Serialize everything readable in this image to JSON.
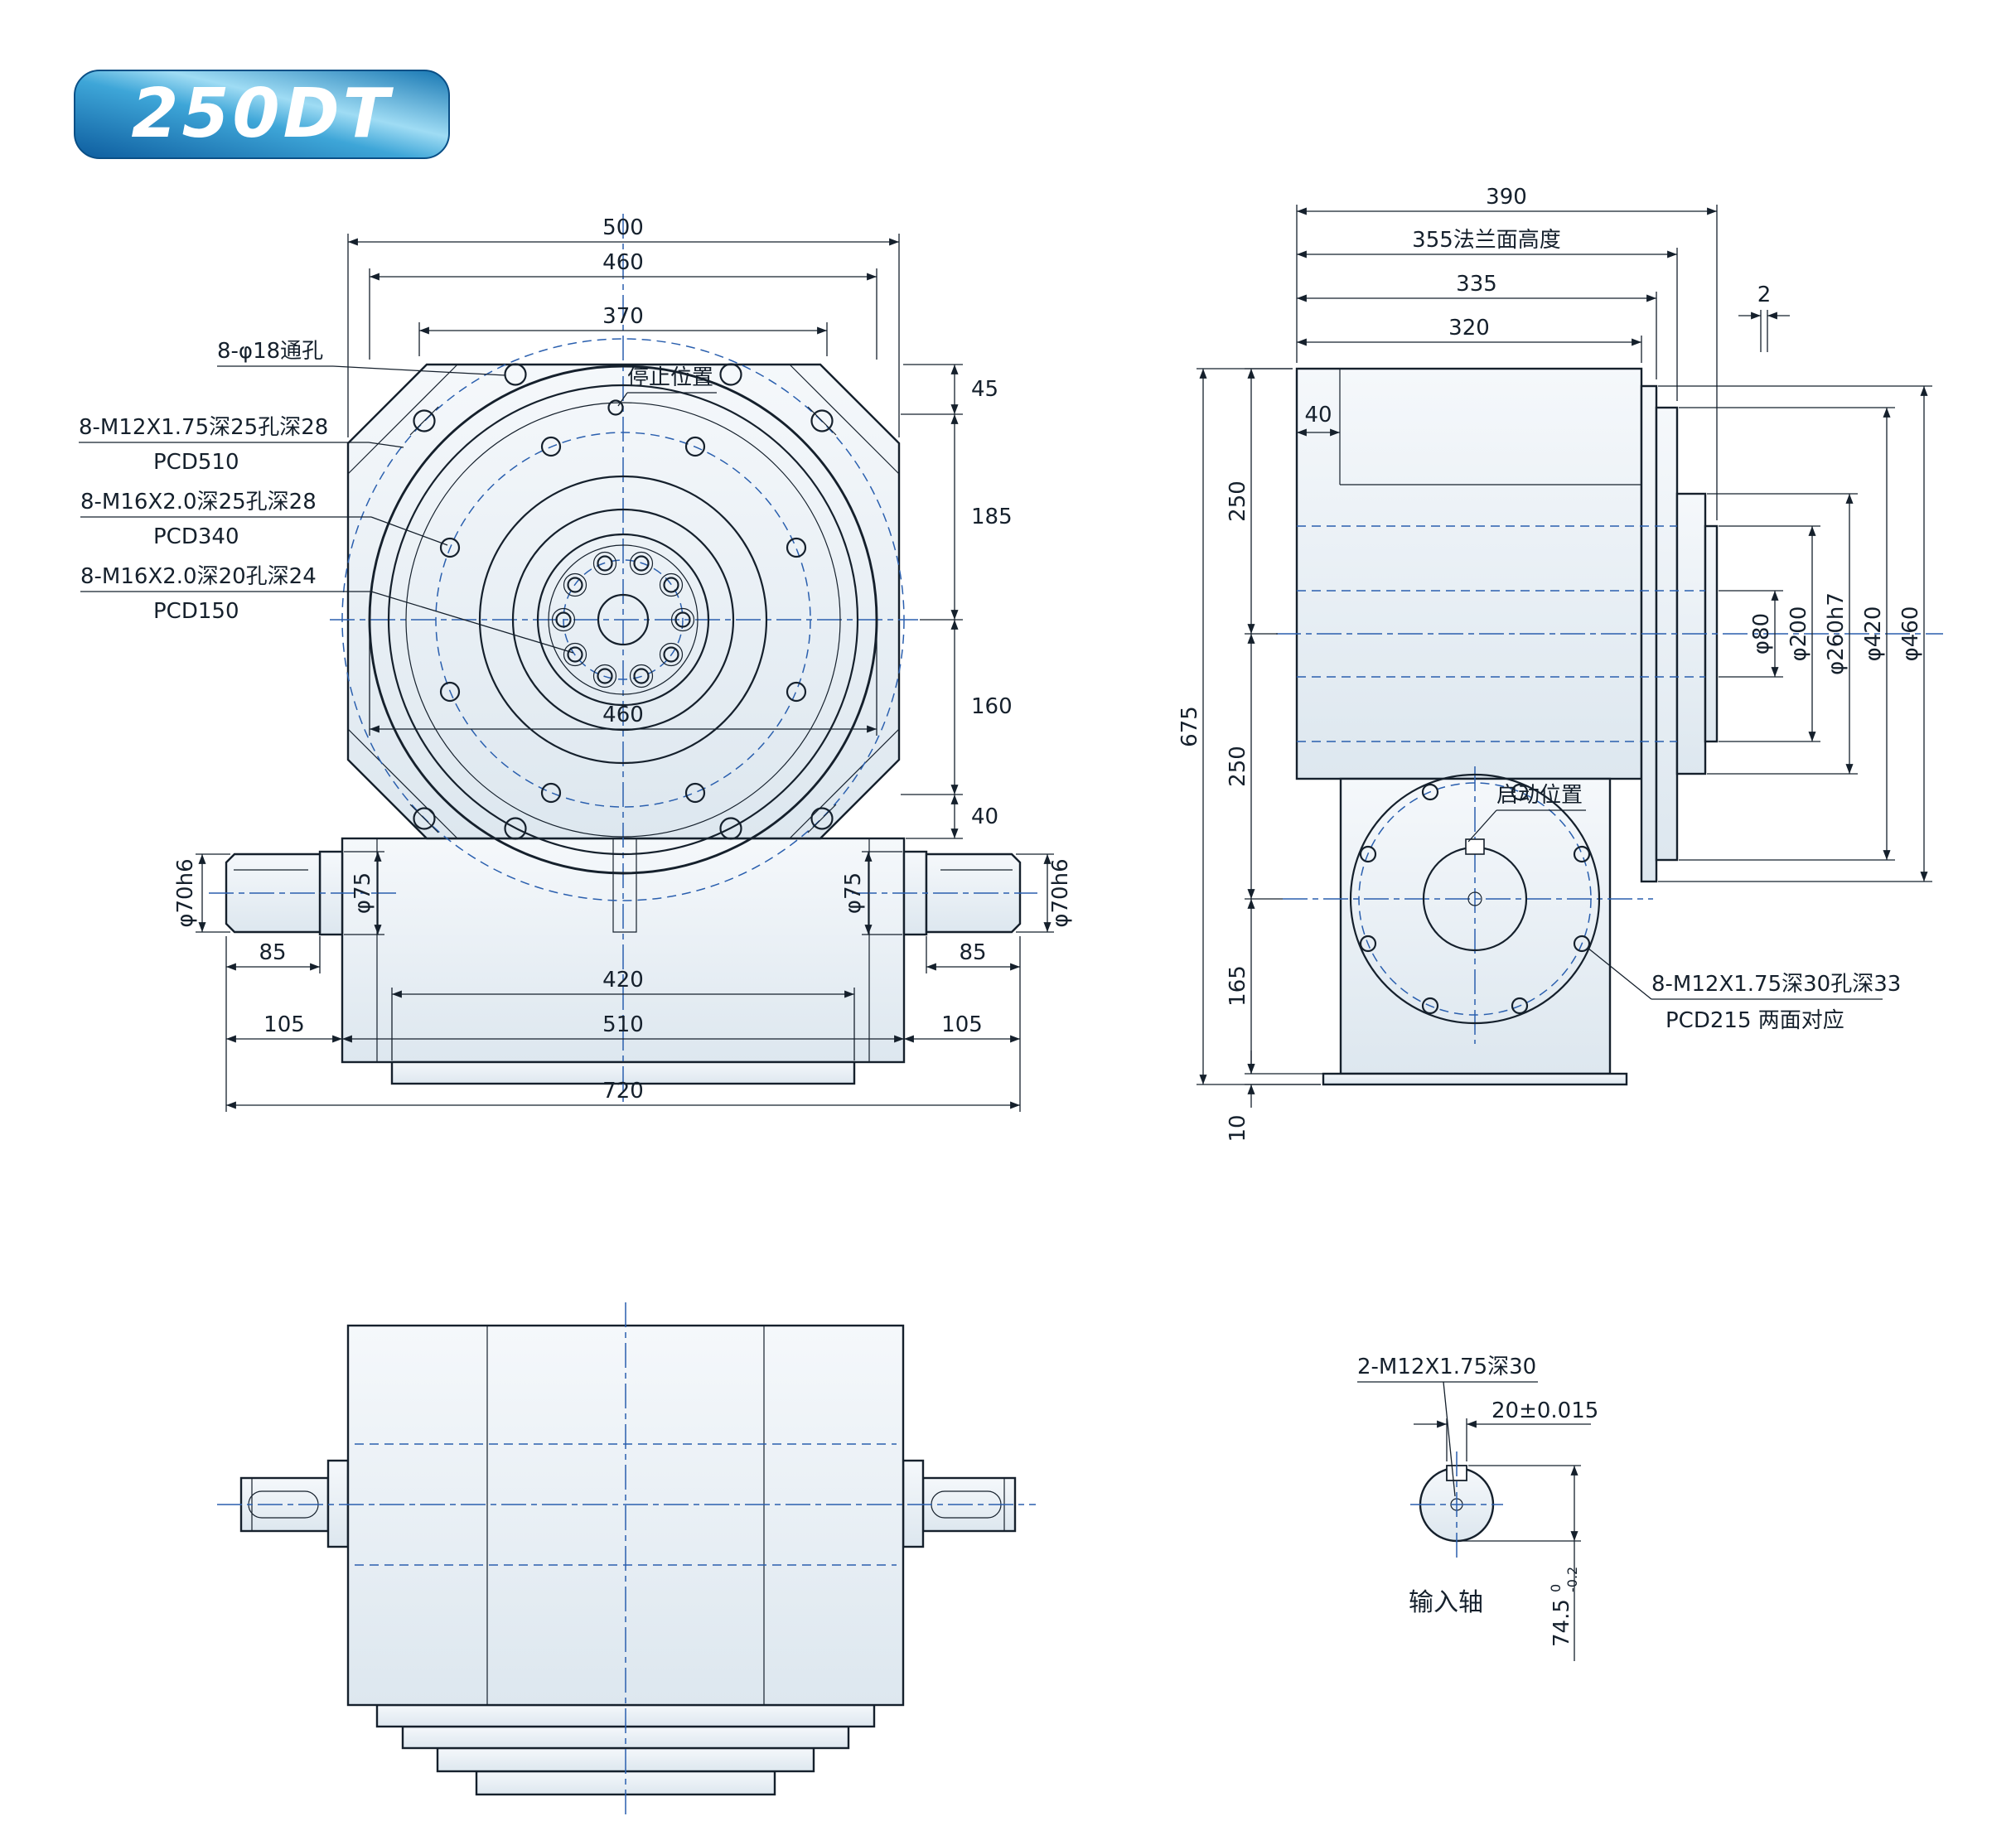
{
  "badge": {
    "label": "250DT"
  },
  "colors": {
    "line": "#15202c",
    "centerline": "#2a5fae",
    "fill_light": "#e7eff6",
    "badge_blue": "#1676b2"
  },
  "front": {
    "dim_500": "500",
    "dim_460_top": "460",
    "dim_370": "370",
    "dim_45": "45",
    "dim_185": "185",
    "dim_160": "160",
    "dim_40": "40",
    "dim_460_dial": "460",
    "dim_phi75_left": "φ75",
    "dim_phi75_right": "φ75",
    "dim_phi70h6_left": "φ70h6",
    "dim_phi70h6_right": "φ70h6",
    "dim_85_left": "85",
    "dim_85_right": "85",
    "dim_105_left": "105",
    "dim_510": "510",
    "dim_105_right": "105",
    "dim_420": "420",
    "dim_720": "720",
    "label_through_holes": "8-φ18通孔",
    "label_m12": "8-M12X1.75深25孔深28",
    "label_m12_pcd": "PCD510",
    "label_m16_a": "8-M16X2.0深25孔深28",
    "label_m16_a_pcd": "PCD340",
    "label_m16_b": "8-M16X2.0深20孔深24",
    "label_m16_b_pcd": "PCD150",
    "label_stop_position": "停止位置"
  },
  "side": {
    "dim_390": "390",
    "dim_355": "355法兰面高度",
    "dim_335": "335",
    "dim_320": "320",
    "dim_40": "40",
    "dim_2": "2",
    "dim_675": "675",
    "dim_250_a": "250",
    "dim_250_b": "250",
    "dim_165": "165",
    "dim_10": "10",
    "dim_phi80": "φ80",
    "dim_phi200": "φ200",
    "dim_phi260h7": "φ260h7",
    "dim_phi420": "φ420",
    "dim_phi460": "φ460",
    "label_start_position": "启动位置",
    "label_m12_line1": "8-M12X1.75深30孔深33",
    "label_m12_line2": "PCD215 两面对应"
  },
  "detail": {
    "label_tap": "2-M12X1.75深30",
    "dim_keyway": "20±0.015",
    "label_input_shaft": "输入轴",
    "dim_shaft_height": "74.5",
    "dim_shaft_tol_upper": "0",
    "dim_shaft_tol_lower": "-0.2"
  }
}
